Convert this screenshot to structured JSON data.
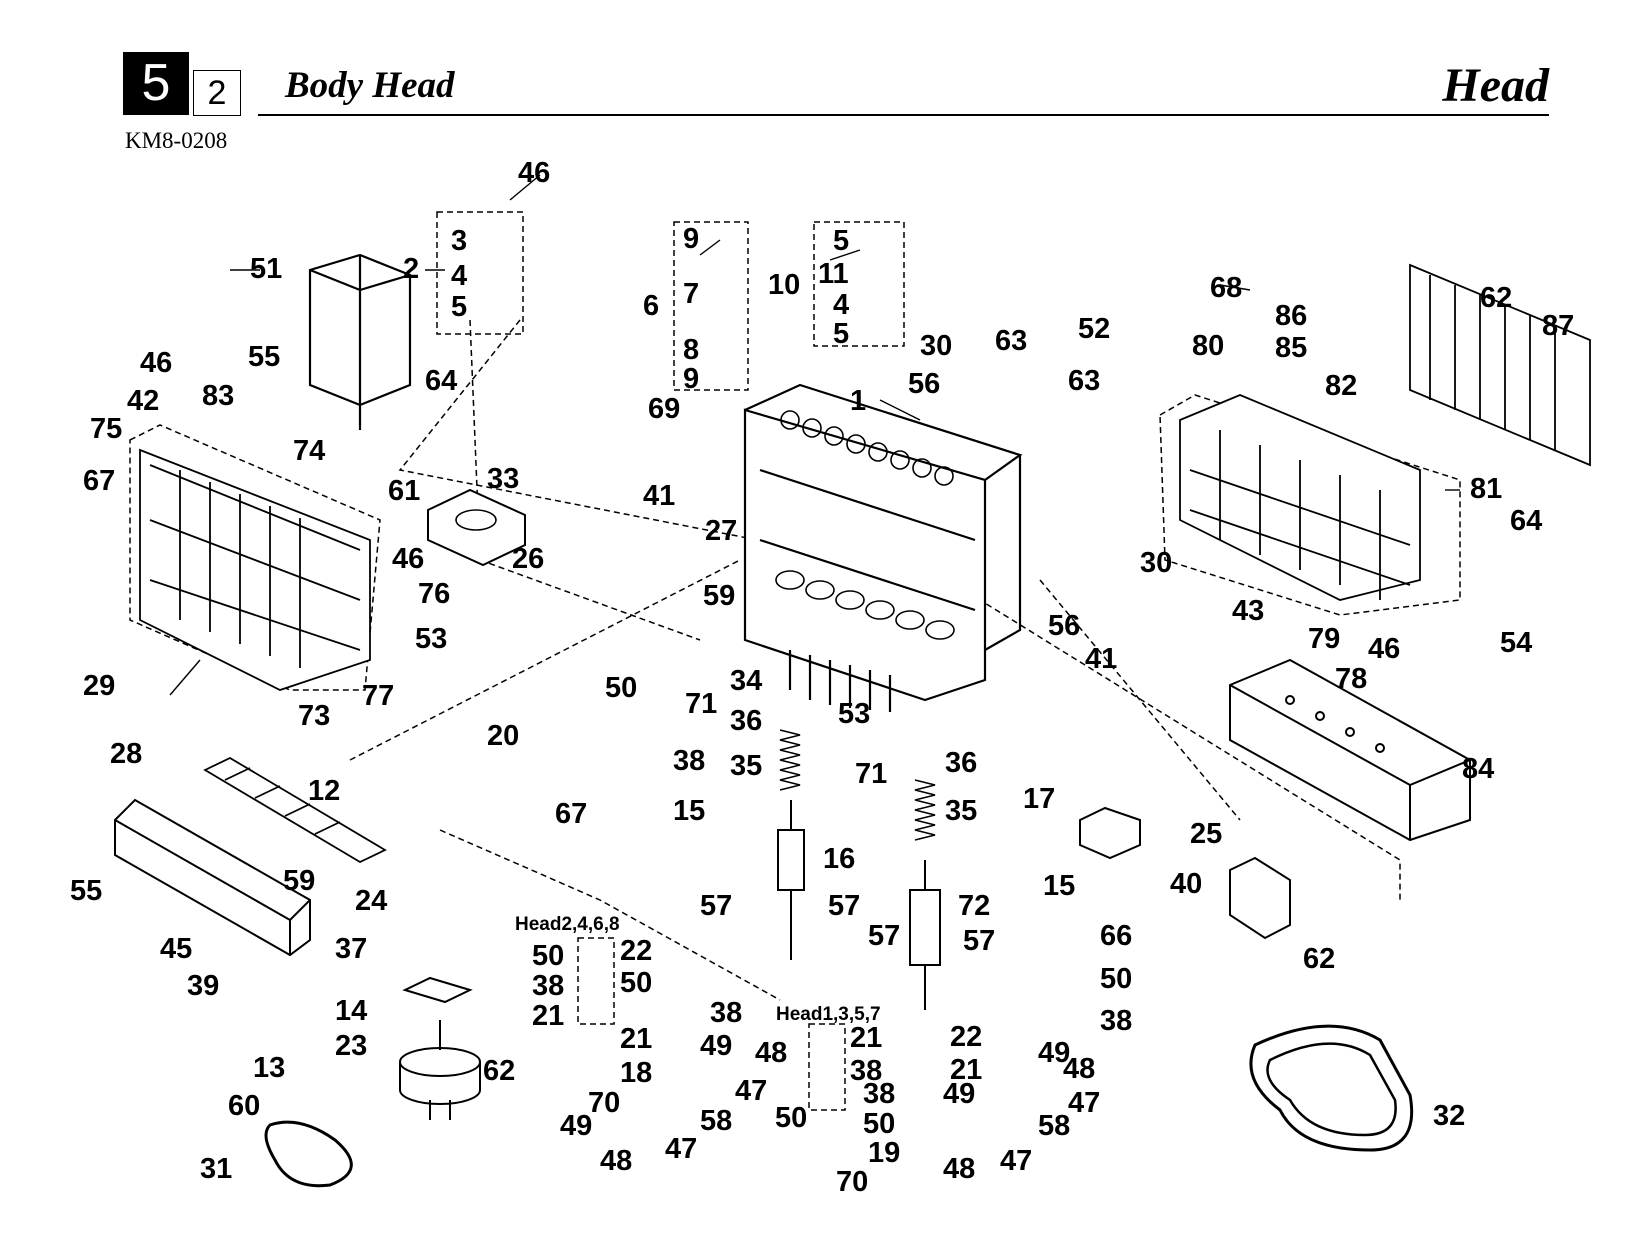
{
  "header": {
    "section_number": "5",
    "sub_number": "2",
    "title_left": "Body Head",
    "title_right": "Head",
    "doc_code": "KM8-0208"
  },
  "group_labels": {
    "head_even": "Head2,4,6,8",
    "head_odd": "Head1,3,5,7"
  },
  "callouts": [
    "46",
    "3",
    "4",
    "5",
    "2",
    "51",
    "55",
    "64",
    "9",
    "7",
    "8",
    "9",
    "6",
    "5",
    "11",
    "4",
    "5",
    "10",
    "68",
    "86",
    "85",
    "62",
    "87",
    "30",
    "63",
    "56",
    "1",
    "52",
    "63",
    "80",
    "82",
    "81",
    "64",
    "69",
    "41",
    "27",
    "59",
    "30",
    "43",
    "79",
    "46",
    "78",
    "54",
    "56",
    "41",
    "84",
    "46",
    "42",
    "83",
    "75",
    "67",
    "74",
    "61",
    "33",
    "26",
    "46",
    "76",
    "53",
    "77",
    "73",
    "29",
    "28",
    "12",
    "55",
    "45",
    "59",
    "39",
    "24",
    "37",
    "14",
    "23",
    "13",
    "60",
    "31",
    "62",
    "20",
    "50",
    "38",
    "15",
    "67",
    "34",
    "71",
    "36",
    "35",
    "53",
    "16",
    "57",
    "57",
    "50",
    "38",
    "21",
    "22",
    "50",
    "38",
    "21",
    "18",
    "70",
    "49",
    "48",
    "47",
    "49",
    "48",
    "47",
    "58",
    "21",
    "38",
    "50",
    "71",
    "36",
    "35",
    "72",
    "57",
    "57",
    "22",
    "21",
    "38",
    "50",
    "19",
    "70",
    "49",
    "48",
    "47",
    "58",
    "49",
    "48",
    "47",
    "17",
    "15",
    "66",
    "50",
    "38",
    "25",
    "40",
    "62",
    "32"
  ]
}
